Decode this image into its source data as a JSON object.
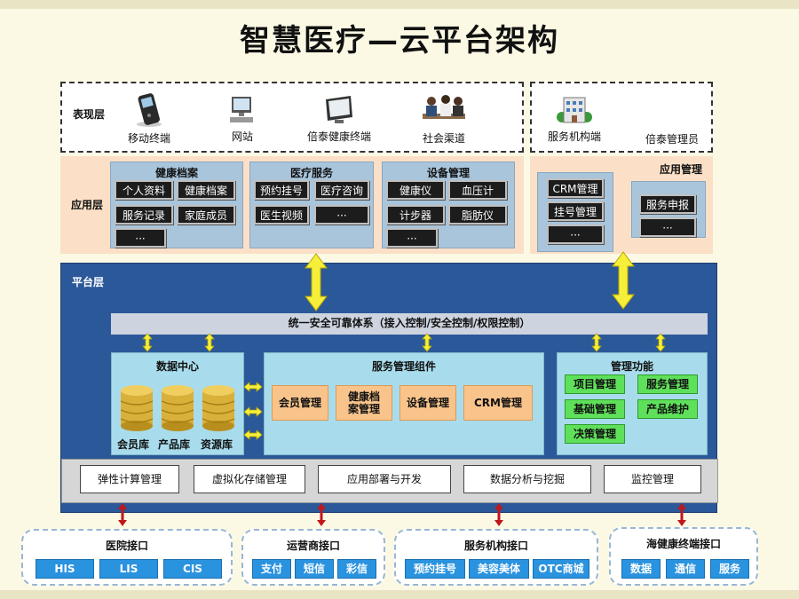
{
  "title": "智慧医疗—云平台架构",
  "presentation": {
    "label": "表现层",
    "items": [
      {
        "icon": "mobile-phone-icon",
        "label": "移动终端"
      },
      {
        "icon": "computer-icon",
        "label": "网站"
      },
      {
        "icon": "monitor-icon",
        "label": "倍泰健康终端"
      },
      {
        "icon": "people-icon",
        "label": "社会渠道"
      }
    ],
    "right_items": [
      {
        "icon": "building-icon",
        "label": "服务机构端"
      },
      {
        "label": "倍泰管理员"
      }
    ]
  },
  "application": {
    "label": "应用层",
    "groups": [
      {
        "title": "健康档案",
        "items": [
          "个人资料",
          "健康档案",
          "服务记录",
          "家庭成员",
          "···"
        ]
      },
      {
        "title": "医疗服务",
        "items": [
          "预约挂号",
          "医疗咨询",
          "医生视频",
          "···"
        ]
      },
      {
        "title": "设备管理",
        "items": [
          "健康仪",
          "血压计",
          "计步器",
          "脂肪仪",
          "···"
        ]
      }
    ],
    "mgmt_label": "应用管理",
    "mgmt_left": [
      "CRM管理",
      "挂号管理",
      "···"
    ],
    "mgmt_right": [
      "服务申报",
      "···"
    ]
  },
  "platform": {
    "label": "平台层",
    "security_bar": "统一安全可靠体系（接入控制/安全控制/权限控制）",
    "data_center": {
      "title": "数据中心",
      "dbs": [
        "会员库",
        "产品库",
        "资源库"
      ]
    },
    "service_mgmt": {
      "title": "服务管理组件",
      "items": [
        "会员管理",
        "健康档案管理",
        "设备管理",
        "CRM管理"
      ]
    },
    "mgmt_functions": {
      "title": "管理功能",
      "items": [
        "项目管理",
        "服务管理",
        "基础管理",
        "产品维护",
        "决策管理"
      ]
    },
    "infra": [
      "弹性计算管理",
      "虚拟化存储管理",
      "应用部署与开发",
      "数据分析与挖掘",
      "监控管理"
    ]
  },
  "interfaces": [
    {
      "title": "医院接口",
      "items": [
        "HIS",
        "LIS",
        "CIS"
      ]
    },
    {
      "title": "运营商接口",
      "items": [
        "支付",
        "短信",
        "彩信"
      ]
    },
    {
      "title": "服务机构接口",
      "items": [
        "预约挂号",
        "美容美体",
        "OTC商城"
      ]
    },
    {
      "title": "海健康终端接口",
      "items": [
        "数据",
        "通信",
        "服务"
      ]
    }
  ],
  "colors": {
    "platform_blue": "#2b5899",
    "app_orange": "#fbe0c7",
    "group_blue": "#a9c5dc",
    "cyan_panel": "#a8dcec",
    "arrow_yellow": "#f5ef3a",
    "connector_red": "#c0171b",
    "green_btn": "#5fe05a",
    "blue_btn": "#2a93e0"
  }
}
